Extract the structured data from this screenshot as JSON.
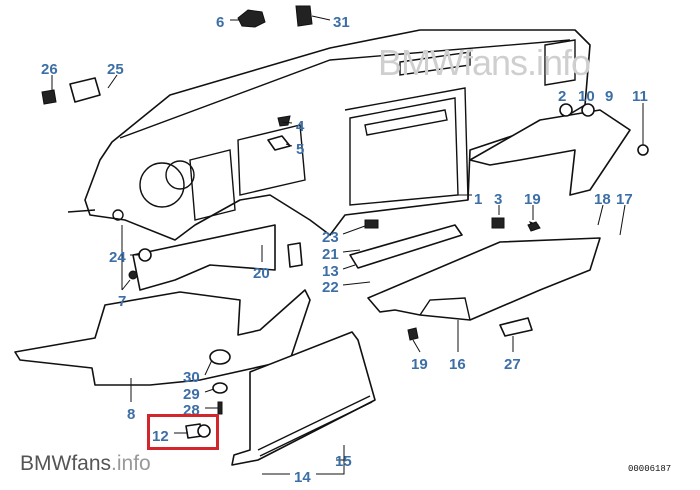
{
  "watermark_top": "BMWfans.info",
  "watermark_bottom": {
    "brand": "BMW",
    "fans": "fans",
    "domain": ".info"
  },
  "diagram_code": "00006187",
  "highlight_color": "#d3262c",
  "label_color": "#3c6fa6",
  "parts": {
    "p6": "6",
    "p31": "31",
    "p26": "26",
    "p25": "25",
    "p2": "2",
    "p10": "10",
    "p9": "9",
    "p11": "11",
    "p4": "4",
    "p5": "5",
    "p1": "1",
    "p3": "3",
    "p19a": "19",
    "p18": "18",
    "p17": "17",
    "p23": "23",
    "p21": "21",
    "p13": "13",
    "p22": "22",
    "p24": "24",
    "p20": "20",
    "p7": "7",
    "p30": "30",
    "p29": "29",
    "p28": "28",
    "p8": "8",
    "p12": "12",
    "p19b": "19",
    "p16": "16",
    "p27": "27",
    "p15": "15",
    "p14": "14"
  }
}
